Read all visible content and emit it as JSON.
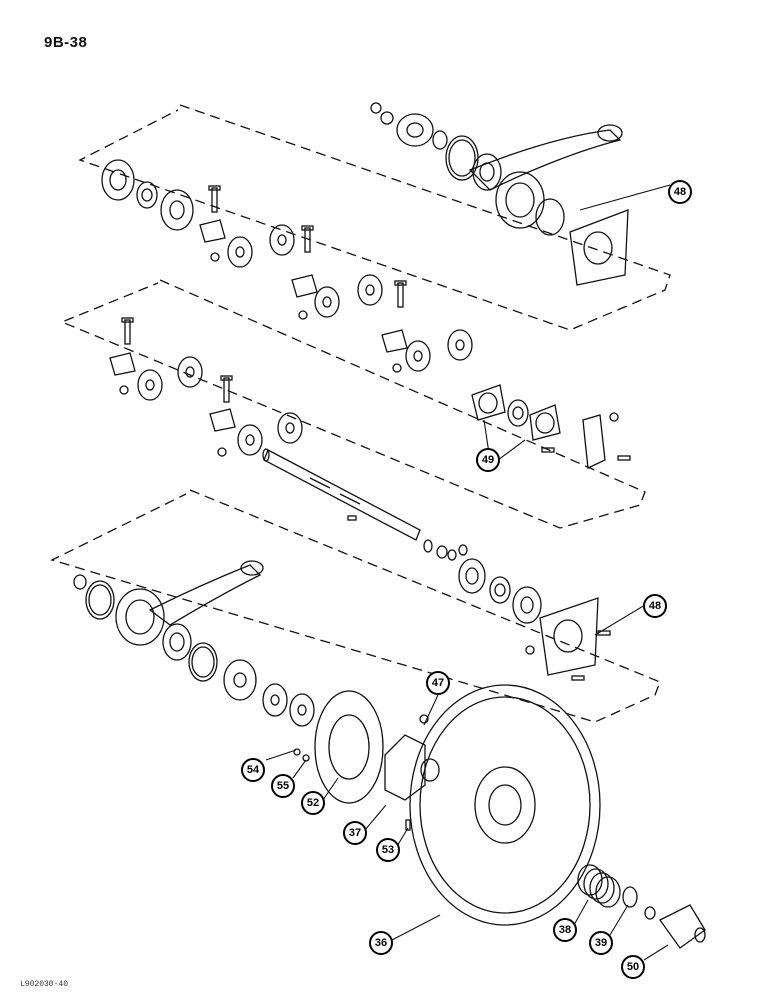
{
  "page": {
    "number": "9B-38",
    "figure_code": "L902030-40"
  },
  "callouts": {
    "c36": "36",
    "c37": "37",
    "c38": "38",
    "c39": "39",
    "c47": "47",
    "c48a": "48",
    "c48b": "48",
    "c49": "49",
    "c50": "50",
    "c52": "52",
    "c53": "53",
    "c54": "54",
    "c55": "55"
  },
  "colors": {
    "ink": "#111111",
    "paper": "#ffffff"
  }
}
